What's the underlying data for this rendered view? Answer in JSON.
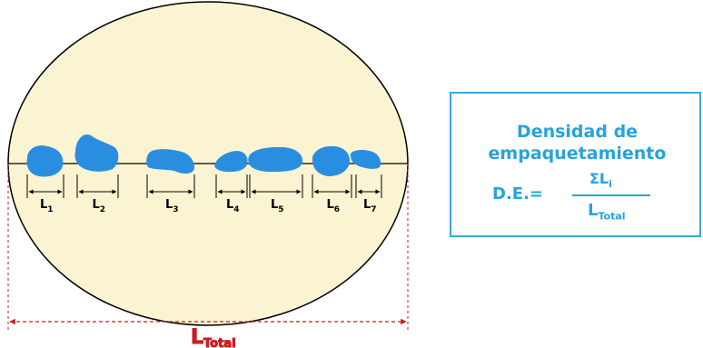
{
  "colors": {
    "circle_fill": "#fbf4d2",
    "circle_stroke": "#000000",
    "particle_fill": "#2a8ee0",
    "dimension_red": "#cc1b22",
    "formula_blue": "#27a3db",
    "formula_border": "#3ea7dd"
  },
  "segments": [
    {
      "label": "L",
      "sub": "1"
    },
    {
      "label": "L",
      "sub": "2"
    },
    {
      "label": "L",
      "sub": "3"
    },
    {
      "label": "L",
      "sub": "4"
    },
    {
      "label": "L",
      "sub": "5"
    },
    {
      "label": "L",
      "sub": "6"
    },
    {
      "label": "L",
      "sub": "7"
    }
  ],
  "total": {
    "label": "L",
    "sub": "Total"
  },
  "formula": {
    "title_line1": "Densidad de",
    "title_line2": "empaquetamiento",
    "lhs": "D.E.=",
    "numerator": "ΣL",
    "numerator_sub": "i",
    "denominator": "L",
    "denominator_sub": "Total"
  }
}
